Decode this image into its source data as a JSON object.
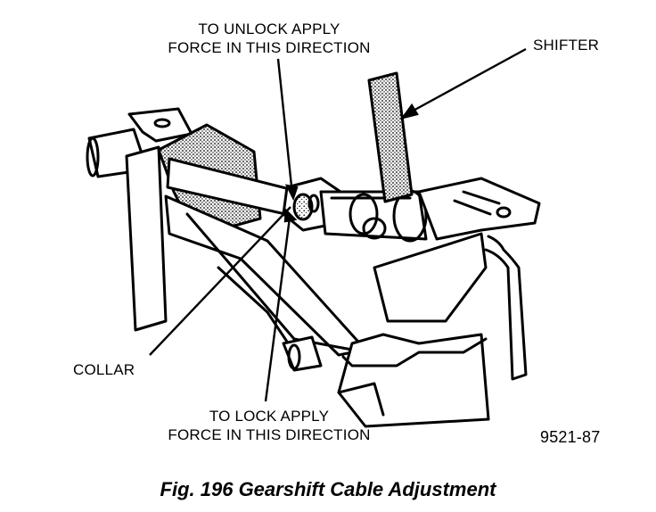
{
  "labels": {
    "unlock_line1": "TO UNLOCK APPLY",
    "unlock_line2": "FORCE IN THIS DIRECTION",
    "shifter": "SHIFTER",
    "collar": "COLLAR",
    "lock_line1": "TO LOCK APPLY",
    "lock_line2": "FORCE IN THIS DIRECTION",
    "figure_number": "9521-87"
  },
  "caption": "Fig. 196 Gearshift Cable Adjustment",
  "colors": {
    "ink": "#000000",
    "paper": "#ffffff"
  }
}
